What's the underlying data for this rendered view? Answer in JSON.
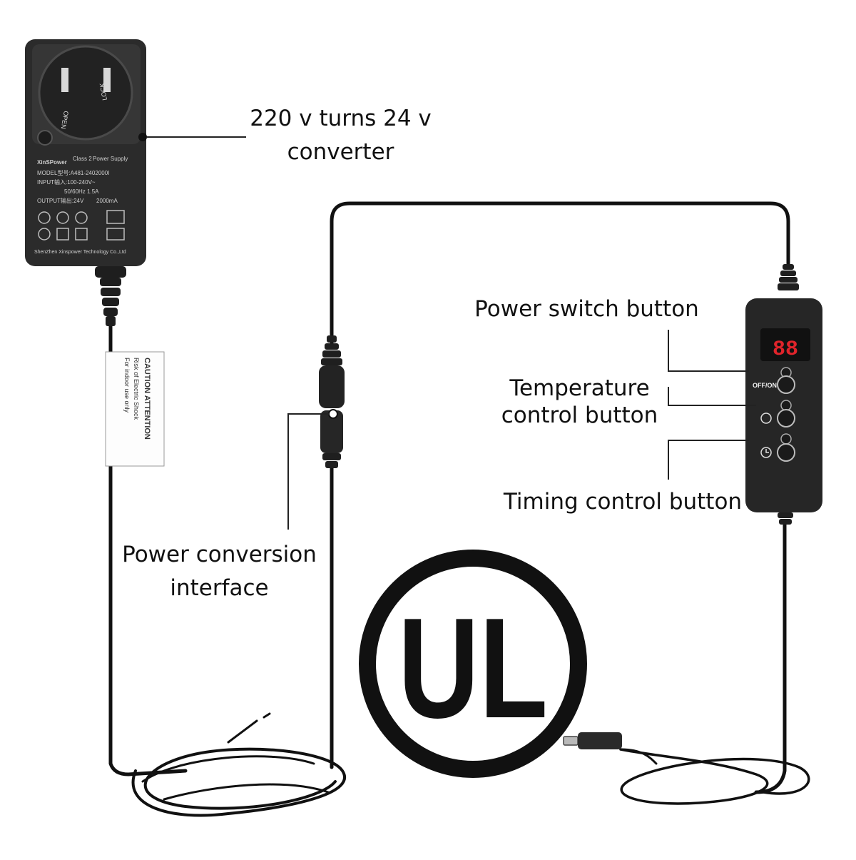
{
  "callouts": {
    "converter": {
      "line1": "220 v turns 24 v",
      "line2": "converter"
    },
    "power_interface": {
      "line1": "Power conversion",
      "line2": "interface"
    },
    "power_switch": "Power switch button",
    "temperature": {
      "line1": "Temperature",
      "line2": "control button"
    },
    "timing": "Timing control button"
  },
  "adapter": {
    "plug_lock": "LOCK",
    "plug_open": "OPEN",
    "brand": "XinSPower",
    "class": "Class 2",
    "supply": "Power Supply",
    "model": "MODEL型号:A481-2402000I",
    "input": "INPUT输入:100-240V~",
    "hz": "50/60Hz 1.5A",
    "output": "OUTPUT输出:24V",
    "current": "2000mA",
    "maker": "ShenZhen Xinspower Technology Co.,Ltd"
  },
  "label_tag": {
    "caution": "CAUTION ATTENTION",
    "line1": "Risk of Electric Shock",
    "line2": "For indoor use only"
  },
  "controller": {
    "display": "88",
    "off_on": "OFF/ON"
  },
  "ul_mark": {
    "text": "UL"
  },
  "colors": {
    "ink": "#111111",
    "body": "#2b2b2b",
    "display_red": "#e0242b"
  }
}
